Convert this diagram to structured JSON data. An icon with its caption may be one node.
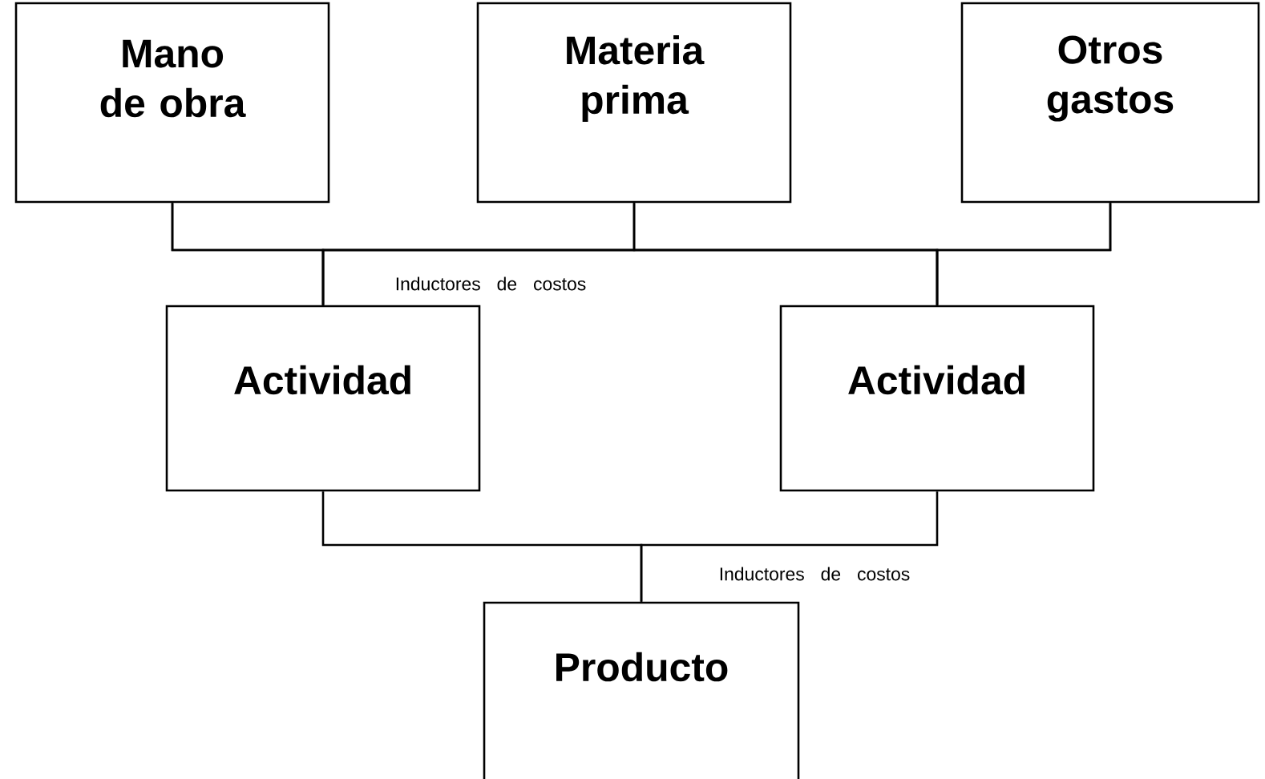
{
  "diagram": {
    "nodes": [
      {
        "text": [
          "Mano de obra"
        ]
      },
      {
        "text": [
          "Materia prima"
        ]
      },
      {
        "text": [
          "Otros gastos"
        ]
      },
      {
        "text": [
          "Actividad"
        ]
      },
      {
        "text": [
          "Actividad"
        ]
      },
      {
        "text": [
          "Producto"
        ]
      }
    ],
    "edges": [
      {
        "from": 0,
        "to": 3,
        "arrow": "none"
      },
      {
        "from": 1,
        "to": 3,
        "arrow": "none"
      },
      {
        "from": 2,
        "to": 3,
        "arrow": "none"
      },
      {
        "from": 0,
        "to": 4,
        "arrow": "none"
      },
      {
        "from": 1,
        "to": 4,
        "arrow": "none"
      },
      {
        "from": 2,
        "to": 4,
        "arrow": "none"
      },
      {
        "from": 3,
        "to": 5,
        "arrow": "none"
      },
      {
        "from": 4,
        "to": 5,
        "arrow": "none"
      }
    ],
    "labels": [
      "Inductores de costos",
      "Inductores de costos"
    ]
  }
}
